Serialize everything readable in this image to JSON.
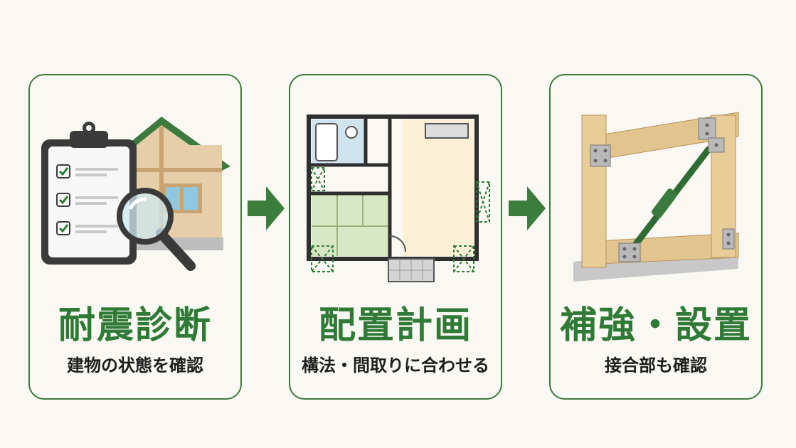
{
  "steps": [
    {
      "title": "耐震診断",
      "subtitle": "建物の状態を確認",
      "illustration": "checklist-house-magnifier-icon"
    },
    {
      "title": "配置計画",
      "subtitle": "構法・間取りに合わせる",
      "illustration": "floor-plan-icon"
    },
    {
      "title": "補強・設置",
      "subtitle": "接合部も確認",
      "illustration": "wooden-frame-brace-icon"
    }
  ],
  "colors": {
    "accent": "#2f7a36",
    "border": "#3d7a3f",
    "background": "#faf8f2"
  }
}
